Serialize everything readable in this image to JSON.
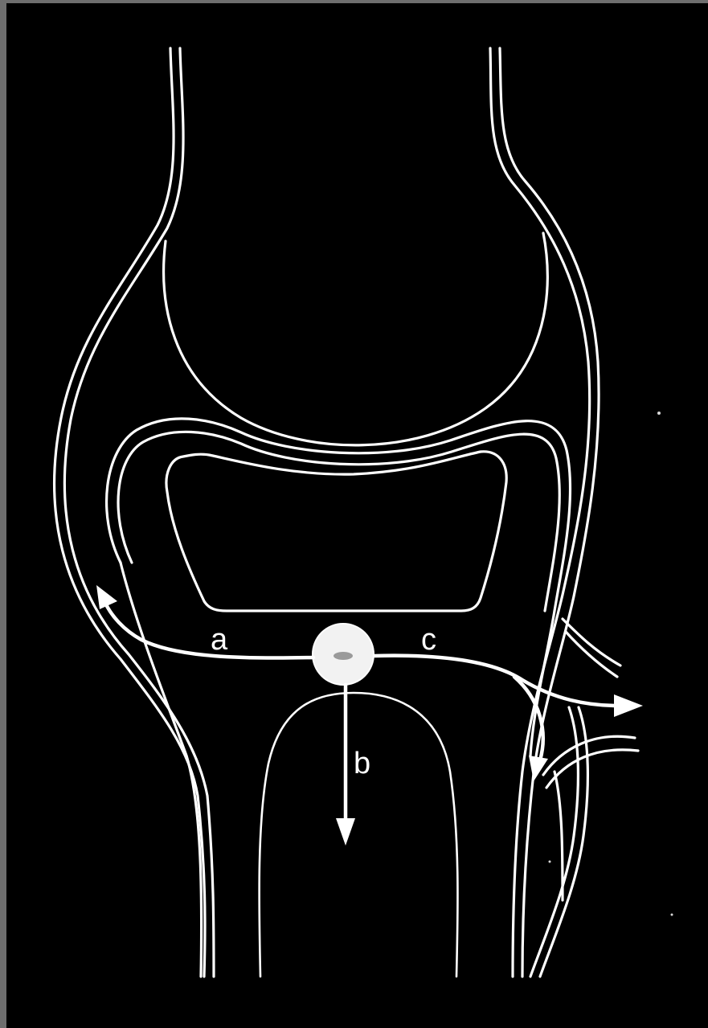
{
  "figure": {
    "background_color": "#000000",
    "line_color": "#ffffff",
    "frame_color": "#6e6e6e",
    "labels": {
      "a": "a",
      "b": "b",
      "c": "c"
    }
  }
}
